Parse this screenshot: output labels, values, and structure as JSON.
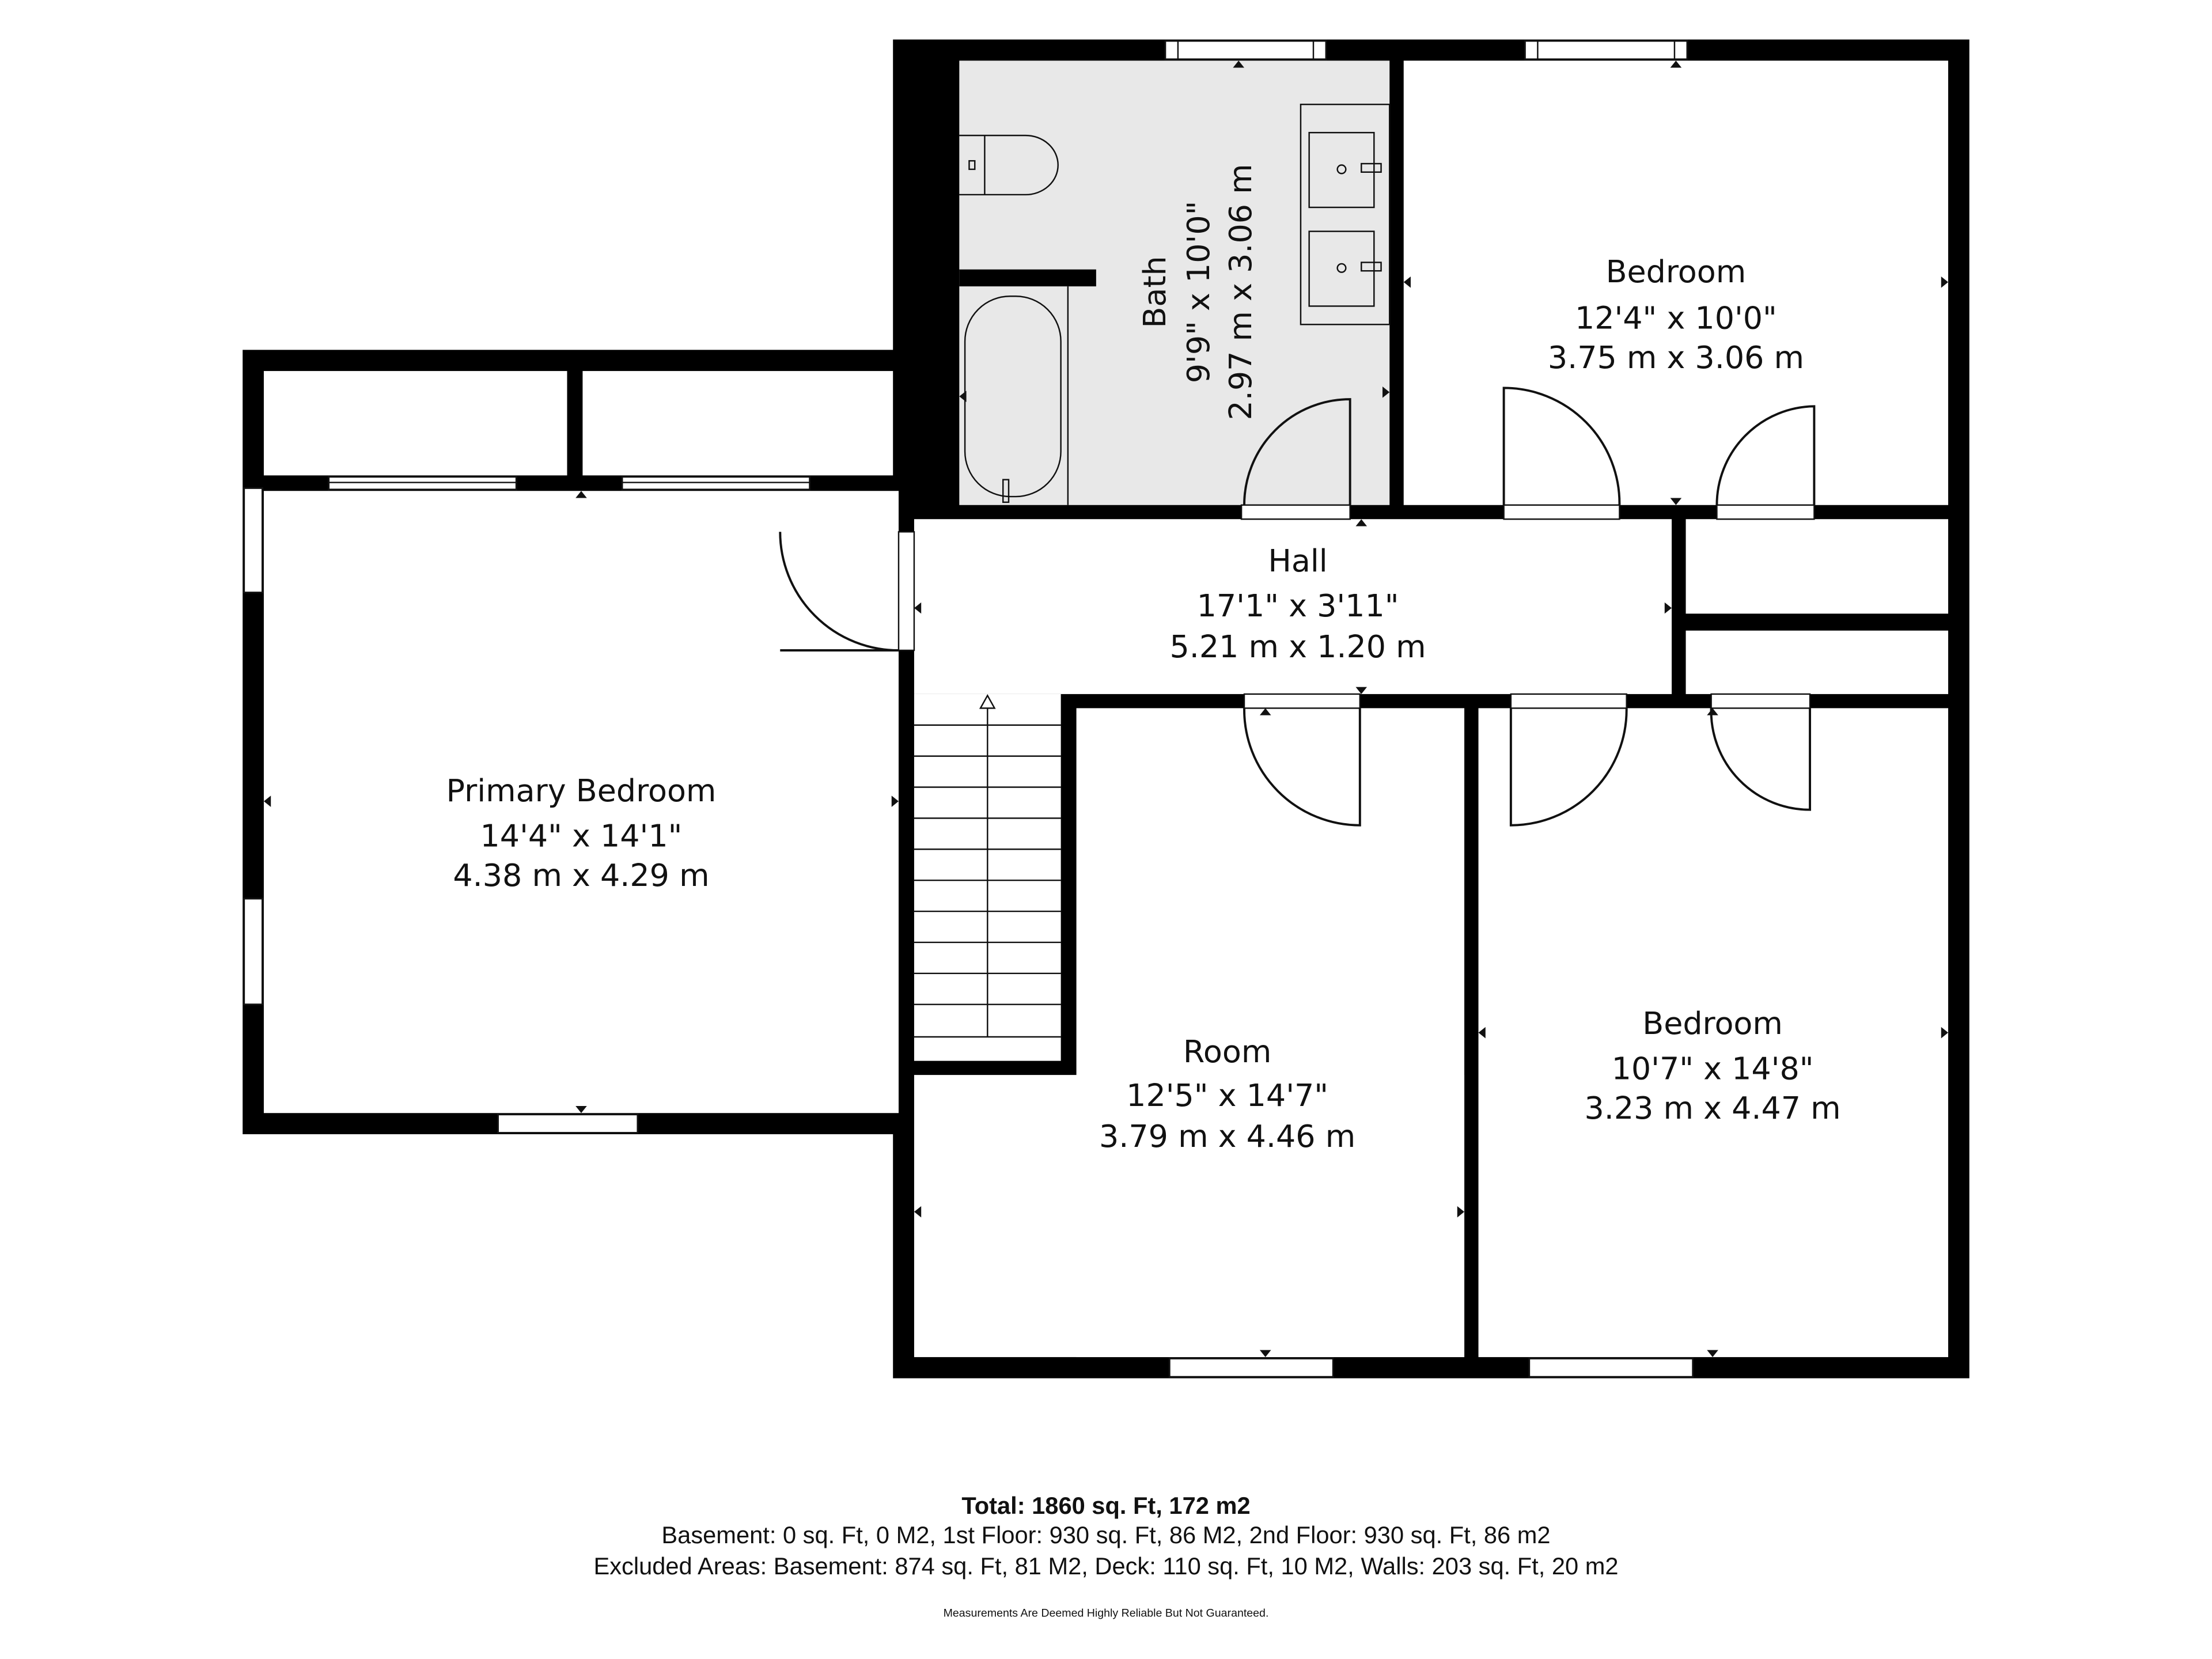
{
  "rooms": {
    "bath": {
      "name": "Bath",
      "imperial": "9'9\" x 10'0\"",
      "metric": "2.97 m x 3.06 m",
      "fill": "#e8e8e8"
    },
    "bedroom_top": {
      "name": "Bedroom",
      "imperial": "12'4\" x 10'0\"",
      "metric": "3.75 m x 3.06 m"
    },
    "hall": {
      "name": "Hall",
      "imperial": "17'1\" x 3'11\"",
      "metric": "5.21 m x 1.20 m"
    },
    "primary_bedroom": {
      "name": "Primary Bedroom",
      "imperial": "14'4\" x 14'1\"",
      "metric": "4.38 m x 4.29 m"
    },
    "room": {
      "name": "Room",
      "imperial": "12'5\" x 14'7\"",
      "metric": "3.79 m x 4.46 m"
    },
    "bedroom_bottom": {
      "name": "Bedroom",
      "imperial": "10'7\" x 14'8\"",
      "metric": "3.23 m x 4.47 m"
    }
  },
  "summary": {
    "total": "Total: 1860 sq. Ft, 172 m2",
    "floors": "Basement: 0 sq. Ft, 0 M2, 1st Floor: 930 sq. Ft, 86 M2, 2nd Floor: 930 sq. Ft, 86 m2",
    "excluded": "Excluded Areas: Basement: 874 sq. Ft, 81 M2, Deck: 110 sq. Ft, 10 M2, Walls: 203 sq. Ft, 20 m2",
    "disclaimer": "Measurements Are Deemed Highly Reliable But Not Guaranteed."
  },
  "colors": {
    "wall": "#000000",
    "background": "#ffffff",
    "bath_floor": "#e8e8e8"
  }
}
